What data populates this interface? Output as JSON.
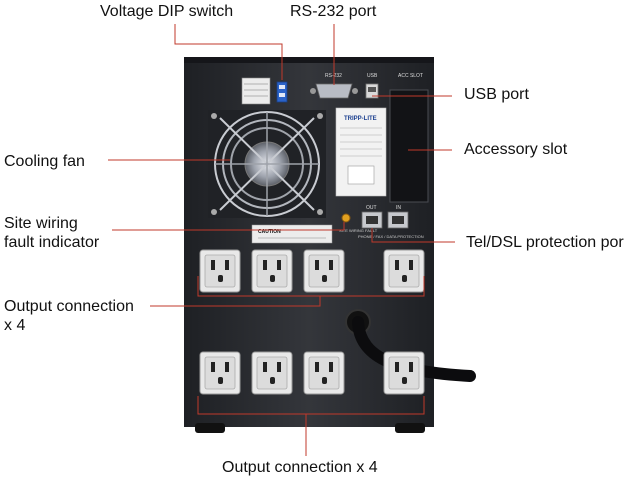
{
  "callouts": {
    "voltage_dip_switch": "Voltage DIP switch",
    "rs232_port": "RS-232 port",
    "usb_port": "USB port",
    "accessory_slot": "Accessory slot",
    "cooling_fan": "Cooling fan",
    "site_wiring_line1": "Site wiring",
    "site_wiring_line2": "fault indicator",
    "tel_dsl": "Tel/DSL protection por",
    "output_left_line1": "Output connection",
    "output_left_line2": "x 4",
    "output_bottom": "Output connection x 4"
  },
  "device_labels": {
    "rs232": "RS-232",
    "usb": "USB",
    "acc_slot": "ACC SLOT",
    "brand": "TRIPP-LITE",
    "caution": "CAUTION",
    "out": "OUT",
    "in": "IN",
    "site_wiring_fault": "SITE WIRING FAULT",
    "phone_fax_data": "PHONE / FAX / DATA PROTECTION"
  },
  "colors": {
    "callout_line": "#c0392b",
    "device_body": "#2b2d31",
    "background": "#ffffff"
  }
}
